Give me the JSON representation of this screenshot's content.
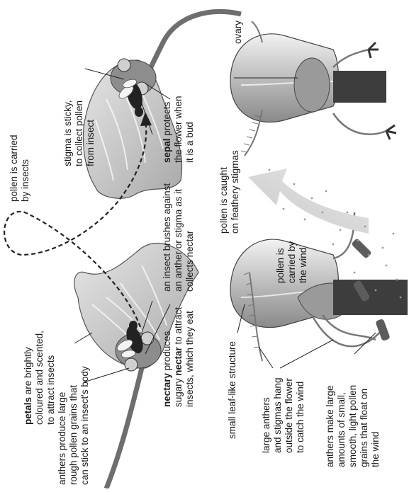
{
  "labels": {
    "petals_bold": "petals",
    "petals_rest": " are brightly",
    "petals_l2": "coloured and scented,",
    "petals_l3": "to attract insects",
    "anthers_insect_l1": "anthers produce large",
    "anthers_insect_l2": "rough pollen grains that",
    "anthers_insect_l3": "can stick to an insect's body",
    "nectary_bold": "nectary",
    "nectary_rest": " produces",
    "nectary_l2a": "sugary ",
    "nectary_l2b": "nectar",
    "nectary_l2c": " to attract",
    "nectary_l3": "insects, which they eat",
    "brush_l1": "an insect brushes against",
    "brush_l2": "an anther or stigma as it",
    "brush_l3": "collects nectar",
    "carried_insects_l1": "pollen is carried",
    "carried_insects_l2": "by insects",
    "stigma_l1": "stigma is sticky,",
    "stigma_l2": "to collect pollen",
    "stigma_l3": "from insect",
    "sepal_bold": "sepal",
    "sepal_rest": " protects",
    "sepal_l2": "the flower when",
    "sepal_l3": "it is a bud",
    "leaf_structure": "small leaf-like structure",
    "hang_l1": "large anthers",
    "hang_l2": "and stigmas hang",
    "hang_l3": "outside the flower",
    "hang_l4": "to catch the wind",
    "wind_anthers_l1": "anthers make large",
    "wind_anthers_l2": "amounts of small,",
    "wind_anthers_l3": "smooth, light pollen",
    "wind_anthers_l4": "grains that float on",
    "wind_anthers_l5": "the wind",
    "carried_wind_l1": "pollen is",
    "carried_wind_l2": "carried by",
    "carried_wind_l3": "the wind",
    "caught_l1": "pollen is caught",
    "caught_l2": "on feathery stigmas",
    "ovary": "ovary"
  }
}
